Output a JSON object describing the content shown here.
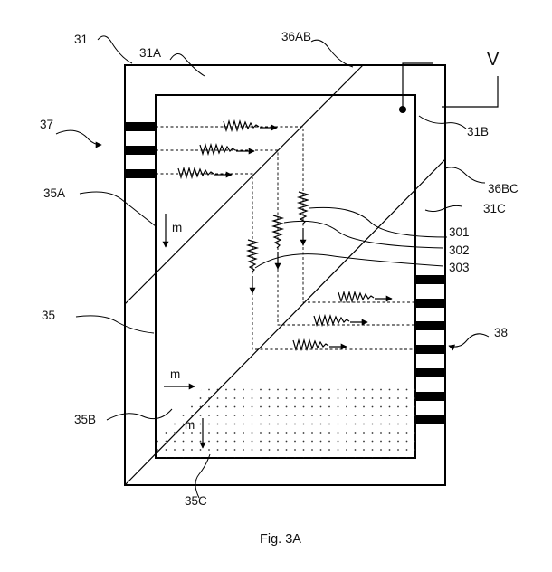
{
  "figure": {
    "caption": "Fig. 3A",
    "voltage_label": "V",
    "labels": {
      "l31": "31",
      "l31A": "31A",
      "l36AB": "36AB",
      "l31B": "31B",
      "l37": "37",
      "l36BC": "36BC",
      "l31C": "31C",
      "l35A": "35A",
      "m1": "m",
      "l301": "301",
      "l302": "302",
      "l303": "303",
      "l35": "35",
      "l38": "38",
      "m2": "m",
      "l35B": "35B",
      "m3": "m",
      "l35C": "35C"
    }
  }
}
